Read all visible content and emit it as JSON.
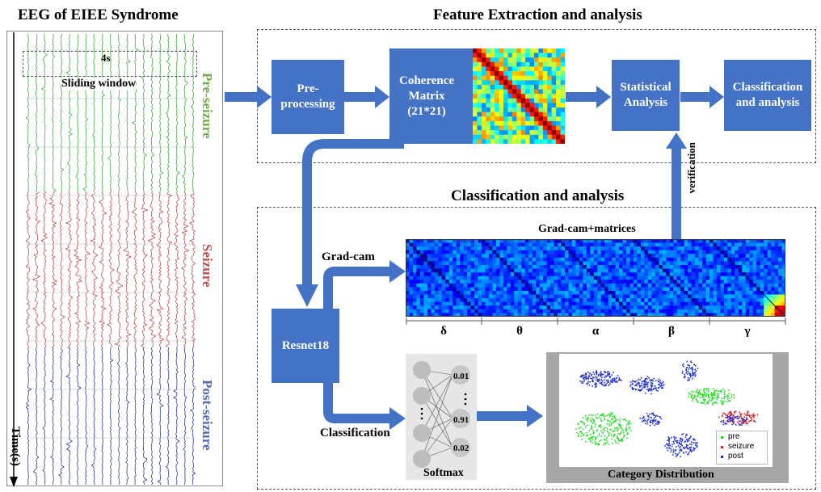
{
  "eeg_panel": {
    "title": "EEG of EIEE Syndrome",
    "window_length": "4s",
    "sliding_window_label": "Sliding window",
    "phases": {
      "pre": "Pre-seizure",
      "seizure": "Seizure",
      "post": "Post-seizure"
    },
    "time_axis": "Time(s)"
  },
  "feature_section": {
    "title": "Feature Extraction and analysis",
    "preprocessing": "Pre-\nprocessing",
    "coherence": "Coherence\nMatrix\n(21*21)",
    "statistical": "Statistical\nAnalysis",
    "classification": "Classification\nand analysis"
  },
  "class_section": {
    "title": "Classification and analysis",
    "verification": "verification",
    "gradcam_matrices": "Grad-cam+matrices",
    "gradcam": "Grad-cam",
    "resnet": "Resnet18",
    "classification": "Classification",
    "softmax": "Softmax",
    "softmax_values": [
      "0.01",
      "0.91",
      "0.02"
    ],
    "bands": [
      "δ",
      "θ",
      "α",
      "β",
      "γ"
    ],
    "category_distribution": "Category Distribution",
    "legend": [
      "pre",
      "seizure",
      "post"
    ],
    "colors": {
      "pre": "#1fdc1f",
      "seizure": "#e0201f",
      "post": "#1f2fd0"
    }
  }
}
